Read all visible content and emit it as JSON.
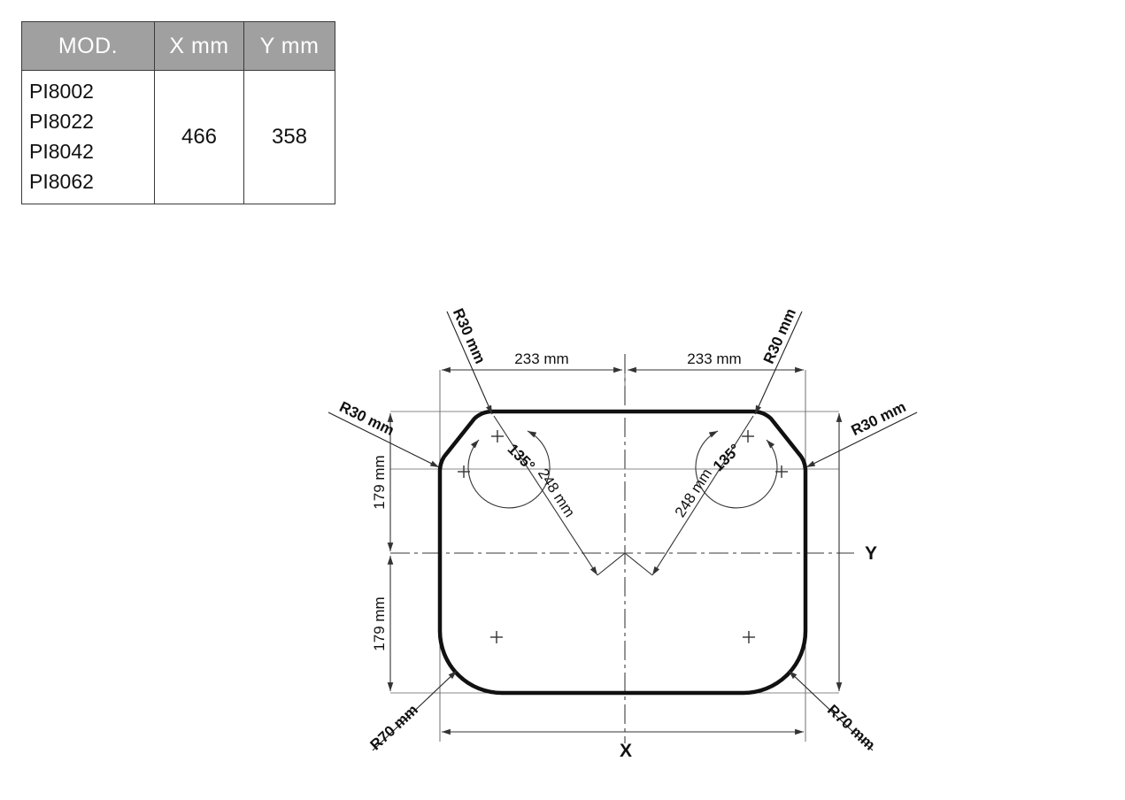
{
  "table": {
    "headers": [
      "MOD.",
      "X mm",
      "Y mm"
    ],
    "models": [
      "PI8002",
      "PI8022",
      "PI8042",
      "PI8062"
    ],
    "x_value": "466",
    "y_value": "358",
    "header_bg": "#a0a0a0",
    "header_color": "#ffffff",
    "border_color": "#3a3a3a"
  },
  "drawing": {
    "title": "",
    "dimensions": {
      "top_left_width": "233 mm",
      "top_right_width": "233 mm",
      "left_upper_height": "179 mm",
      "left_lower_height": "179 mm",
      "diagonal_left": "248 mm",
      "diagonal_right": "248 mm",
      "angle_left": "135°",
      "angle_right": "135°",
      "radius_top_left_outer": "R30 mm",
      "radius_top_left_inner": "R30 mm",
      "radius_top_right_outer": "R30 mm",
      "radius_top_right_inner": "R30 mm",
      "radius_bottom_left": "R70 mm",
      "radius_bottom_right": "R70 mm",
      "overall_width_label": "X",
      "overall_height_label": "Y"
    },
    "colors": {
      "outline": "#111111",
      "dimension_line": "#666666",
      "leader_line": "#222222",
      "centerline": "#777777"
    }
  },
  "chart_data": {
    "type": "table",
    "title": "Cut-out dimensions",
    "columns": [
      "MOD.",
      "X mm",
      "Y mm"
    ],
    "rows": [
      [
        "PI8002",
        "466",
        "358"
      ],
      [
        "PI8022",
        "466",
        "358"
      ],
      [
        "PI8042",
        "466",
        "358"
      ],
      [
        "PI8062",
        "466",
        "358"
      ]
    ],
    "annotations": [
      "233 mm",
      "233 mm",
      "179 mm",
      "179 mm",
      "248 mm",
      "248 mm",
      "135°",
      "135°",
      "R30 mm",
      "R30 mm",
      "R30 mm",
      "R30 mm",
      "R70 mm",
      "R70 mm",
      "X",
      "Y"
    ]
  }
}
